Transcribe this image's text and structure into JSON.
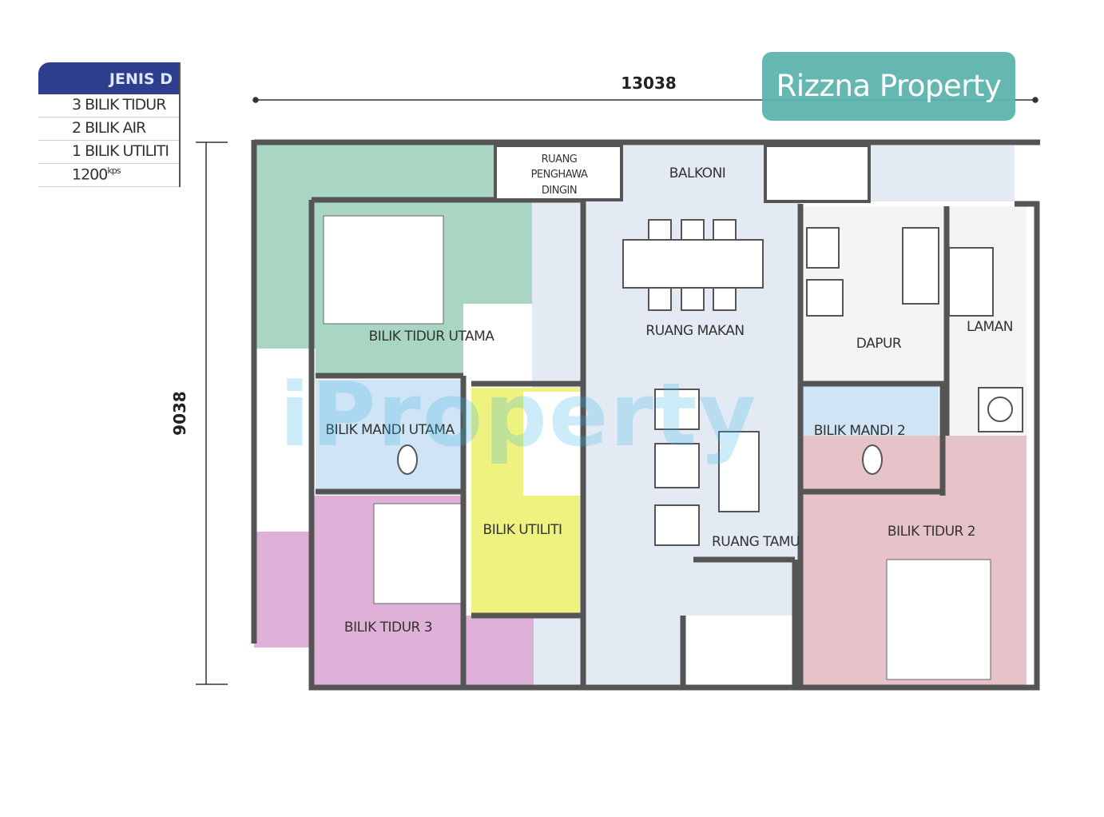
{
  "legend": {
    "title": "JENIS D",
    "rows": [
      "3 BILIK TIDUR",
      "2 BILIK AIR",
      "1 BILIK UTILITI"
    ],
    "area_value": "1200",
    "area_unit": "kps"
  },
  "brand": "Rizzna Property",
  "watermark": "iProperty",
  "dimensions": {
    "width": "13038",
    "height": "9038"
  },
  "rooms": {
    "aircond_1": "RUANG",
    "aircond_2": "PENGHAWA",
    "aircond_3": "DINGIN",
    "balcony": "BALKONI",
    "master_bedroom": "BILIK TIDUR UTAMA",
    "dining": "RUANG MAKAN",
    "kitchen": "DAPUR",
    "yard": "LAMAN",
    "master_bath": "BILIK MANDI UTAMA",
    "utility": "BILIK UTILITI",
    "bath_2": "BILIK MANDI 2",
    "living": "RUANG TAMU",
    "bedroom_2": "BILIK TIDUR 2",
    "bedroom_3": "BILIK TIDUR 3"
  },
  "colors": {
    "master": "#a9d6c2",
    "living": "#e3eaf4",
    "bath": "#cfe4f4",
    "utility": "#eef27e",
    "bed3": "#dfb1d9",
    "bed2": "#e5c3c9",
    "brand": "#5db4ae",
    "legend": "#2d3f8c"
  }
}
